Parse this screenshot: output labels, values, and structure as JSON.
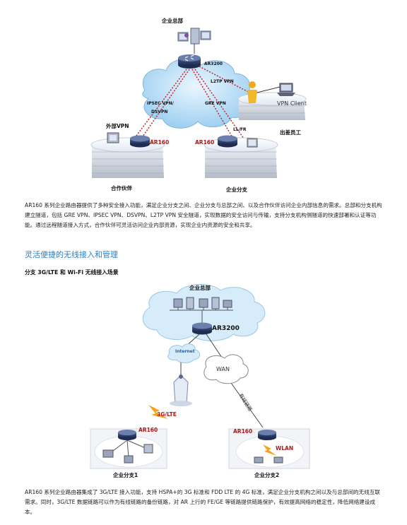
{
  "diagram1": {
    "hq_label": "企业总部",
    "core_router": "AR3200",
    "vpn_links": {
      "l2tp": "L2TP VPN",
      "ipsec": "IPSEC VPN/",
      "dsvpn": "DSVPN",
      "gre": "GRE VPN",
      "llfr": "LL/FR"
    },
    "partner_vpn_label": "外部VPN",
    "partner_router": "AR160",
    "partner_label": "合作伙伴",
    "branch_router": "AR160",
    "branch_label": "企业分支",
    "vpn_client_label": "VPN Client",
    "travel_label": "出差员工"
  },
  "paragraph1": "AR160 系列企业路由器提供了多种安全接入功能，满足企业分支之间、企业分支与总部之间、以及合作伙伴访问企业内部信息的需求。总部和分支机构建立隧道，包括 GRE VPN、IPSEC VPN、DSVPN、L2TP VPN 安全隧道，实现数据的安全访问与传输，支持分支机构侧隧道的快速部署和认证等功能。通过远程隧道接入方式，合作伙伴可灵活访问企业内部资源，实现企业内资源的安全和共享。",
  "section_title": "灵活便捷的无线接入和管理",
  "subsection_title": "分支 3G/LTE 和 Wi-Fi 无线接入场景",
  "diagram2": {
    "hq_label": "企业总部",
    "core_router": "AR3200",
    "internet_label": "Internet",
    "wan_label": "WAN",
    "wired_link_label": "有线链路",
    "lte_label": "3G/LTE",
    "branch1_router": "AR160",
    "branch1_label": "企业分支1",
    "branch2_router": "AR160",
    "wlan_label": "WLAN",
    "branch2_label": "企业分支2"
  },
  "paragraph2": "AR160 系列企业路由器集成了 3G/LTE 接入功能，支持 HSPA+的 3G 标准和 FDD LTE 的 4G 标准，满足企业分支机构之间以及与总部间的无线互联需求。同时，3G/LTE 数据链路可以作为有线链路的备份链路，对 AR 上行的 FE/GE 等链路提供链路保护，有效提高网络的稳定性，降低网络建设成本。",
  "colors": {
    "accent_blue": "#2a7fc8",
    "router_label_red": "#b01818",
    "vpn_link_red": "#c0282c",
    "cloud_blue": "#bfe0f6",
    "lte_orange": "#f5a11a"
  }
}
